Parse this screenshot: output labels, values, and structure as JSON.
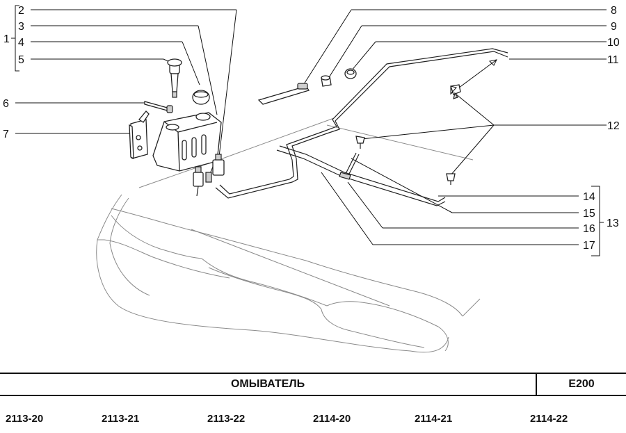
{
  "diagram": {
    "callouts": {
      "c1": "1",
      "c2": "2",
      "c3": "3",
      "c4": "4",
      "c5": "5",
      "c6": "6",
      "c7": "7",
      "c8": "8",
      "c9": "9",
      "c10": "10",
      "c11": "11",
      "c12": "12",
      "c13": "13",
      "c14": "14",
      "c15": "15",
      "c16": "16",
      "c17": "17"
    }
  },
  "footer": {
    "title": "ОМЫВАТЕЛЬ",
    "code": "E200",
    "models": [
      "2113-20",
      "2113-21",
      "2113-22",
      "2114-20",
      "2114-21",
      "2114-22"
    ]
  },
  "colors": {
    "line": "#111111",
    "ghost": "#8a8a8a",
    "fill_grey": "#cfcfcf"
  }
}
